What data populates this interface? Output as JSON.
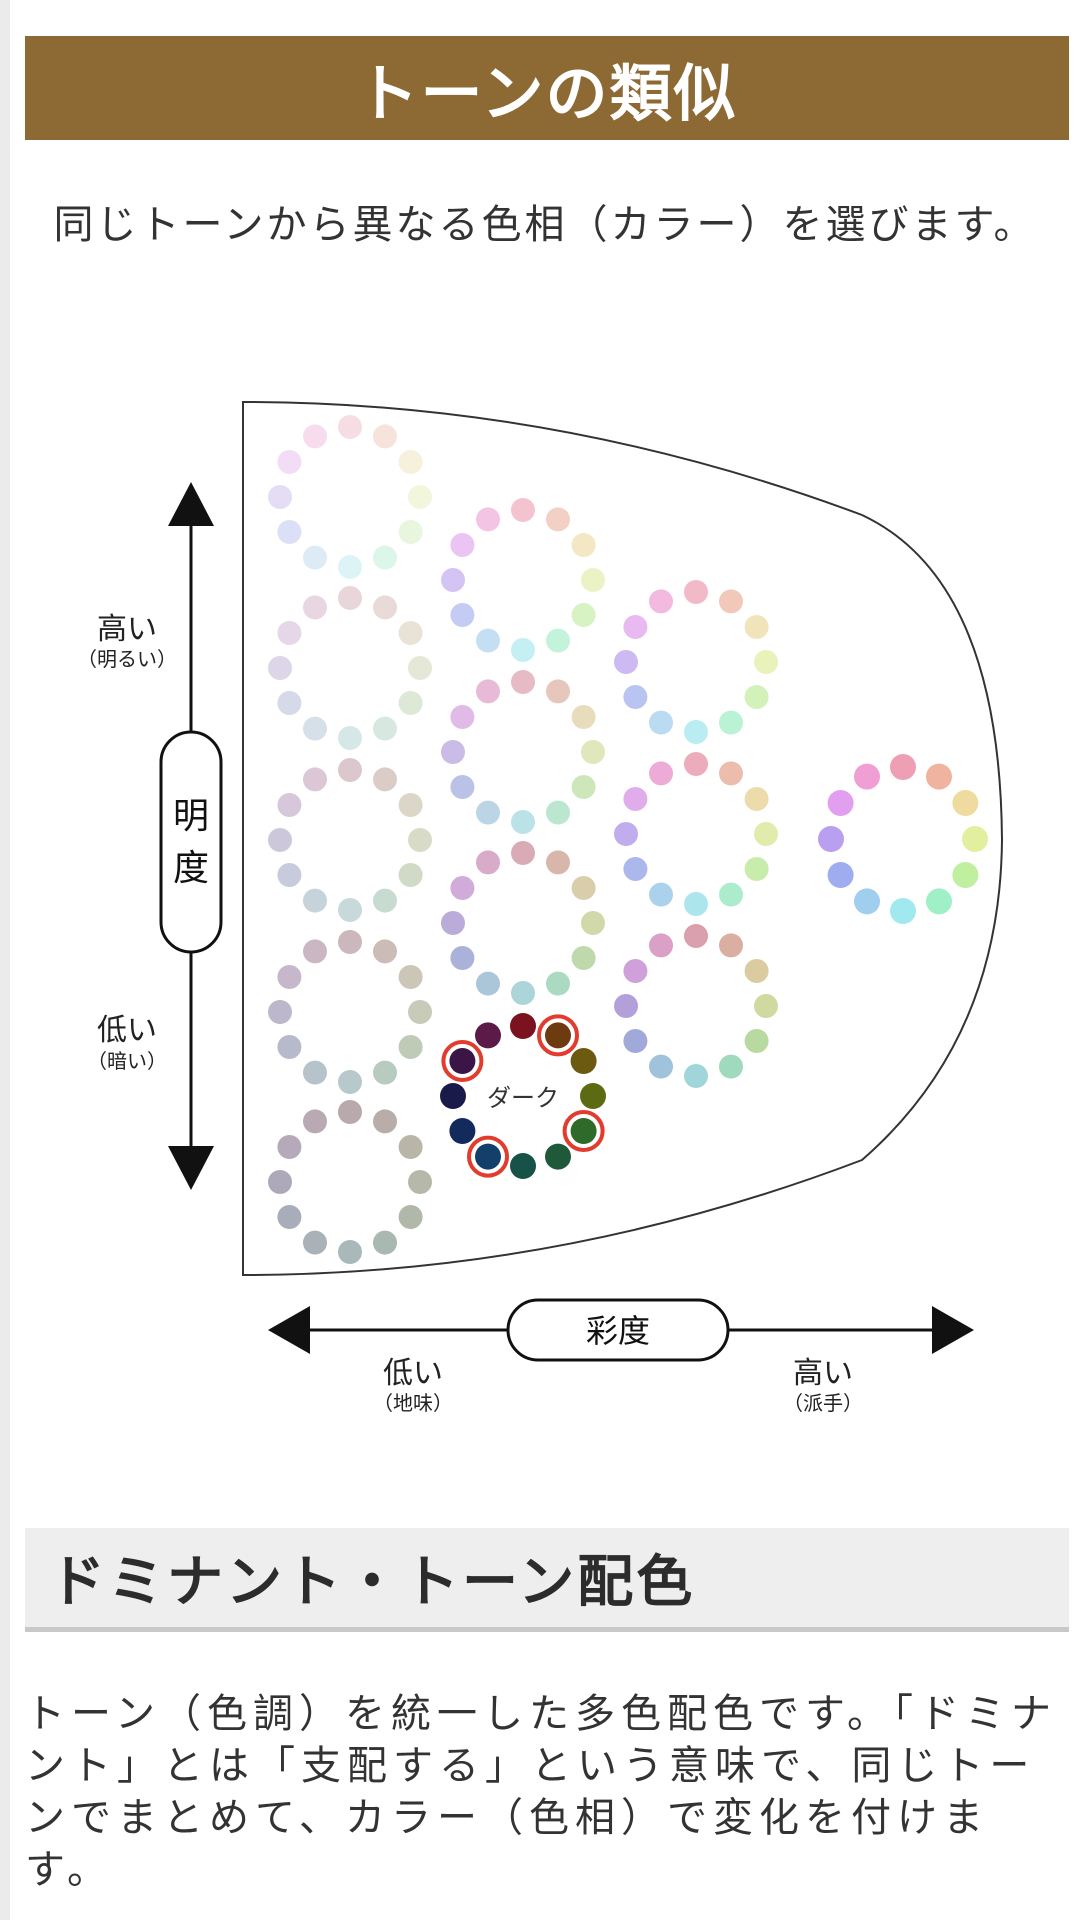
{
  "header": {
    "title": "トーンの類似"
  },
  "intro": {
    "text": "同じトーンから異なる色相（カラー）を選びます。"
  },
  "diagram": {
    "brightness": {
      "label": "明度",
      "high": "高い",
      "high_note": "（明るい）",
      "low": "低い",
      "low_note": "（暗い）"
    },
    "saturation": {
      "label": "彩度",
      "low": "低い",
      "low_note": "（地味）",
      "high": "高い",
      "high_note": "（派手）"
    },
    "highlight_label": "ダーク",
    "highlight_color": "#e23c2e",
    "dark_palette": [
      "#7b1220",
      "#6e3b10",
      "#6c5a10",
      "#5c6a12",
      "#2e6a2a",
      "#1e5a3a",
      "#165248",
      "#13406a",
      "#122a5c",
      "#1a1a4a",
      "#3b1546",
      "#5c1a48"
    ]
  },
  "section": {
    "title": "ドミナント・トーン配色"
  },
  "body": {
    "text": "トーン（色調）を統一した多色配色です。「ドミナント」とは「支配する」という意味で、同じトーンでまとめて、カラー（色相）で変化を付けます。"
  }
}
